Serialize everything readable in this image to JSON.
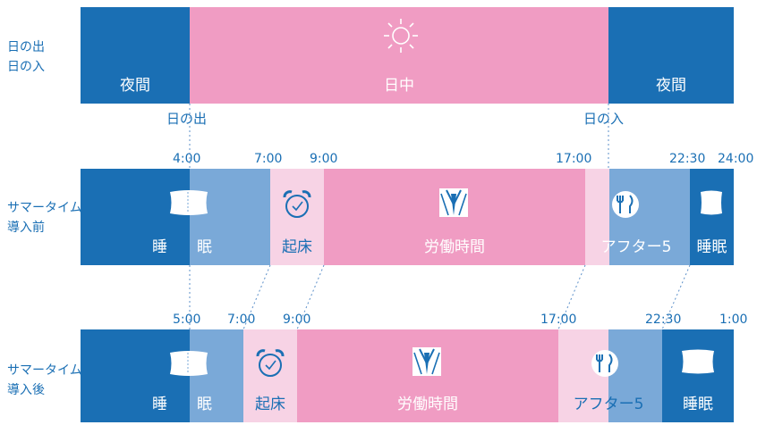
{
  "colors": {
    "night": "#1a6fb4",
    "sleep_light": "#7aa9d8",
    "wake": "#f7d3e5",
    "work": "#f09cc3",
    "after_five": "#7aa9d8",
    "text_light": "#ffffff",
    "text_dark": "#1a6fb4"
  },
  "top_row": {
    "label_line1": "日の出",
    "label_line2": "日の入",
    "segments": [
      {
        "label": "夜間",
        "icon": "moon-icon"
      },
      {
        "label": "日中",
        "icon": "sun-icon"
      },
      {
        "label": "夜間",
        "icon": "moon-icon"
      }
    ],
    "sunrise_label": "日の出",
    "sunset_label": "日の入"
  },
  "before_row": {
    "label_line1": "サマータイム",
    "label_line2": "導入前",
    "ticks": [
      "4:00",
      "7:00",
      "9:00",
      "17:00",
      "22:30",
      "24:00"
    ],
    "segments": [
      {
        "label": "睡",
        "icon": "pillow-icon"
      },
      {
        "label": "眠"
      },
      {
        "label": "起床",
        "icon": "alarm-clock-icon"
      },
      {
        "label": "労働時間",
        "icon": "suit-icon"
      },
      {
        "label": "アフター5",
        "icon": "dining-icon"
      },
      {
        "label": "睡眠",
        "icon": "pillow-icon"
      }
    ]
  },
  "after_row": {
    "label_line1": "サマータイム",
    "label_line2": "導入後",
    "ticks": [
      "5:00",
      "7:00",
      "9:00",
      "17:00",
      "22:30",
      "1:00"
    ],
    "segments": [
      {
        "label": "睡",
        "icon": "pillow-icon"
      },
      {
        "label": "眠"
      },
      {
        "label": "起床",
        "icon": "alarm-clock-icon"
      },
      {
        "label": "労働時間",
        "icon": "suit-icon"
      },
      {
        "label": "アフター5",
        "icon": "dining-icon"
      },
      {
        "label": "睡眠",
        "icon": "pillow-icon"
      }
    ]
  }
}
